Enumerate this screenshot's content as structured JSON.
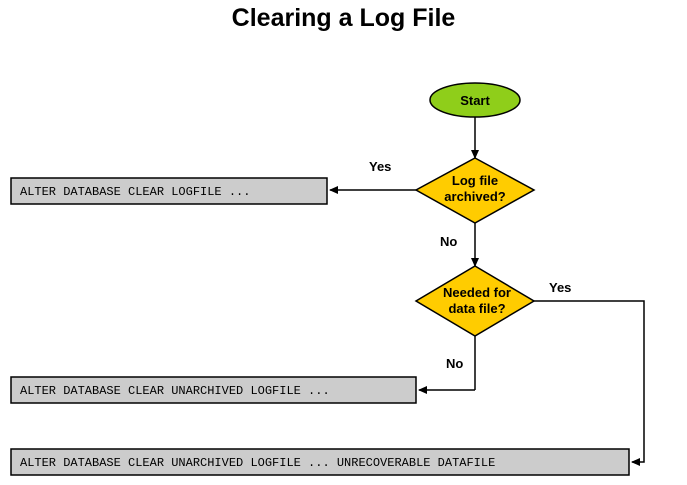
{
  "title": "Clearing a Log File",
  "nodes": {
    "start": {
      "label": "Start"
    },
    "decision_archived": {
      "lines": [
        "Log file",
        "archived?"
      ]
    },
    "decision_needed": {
      "lines": [
        "Needed for",
        "data file?"
      ]
    },
    "cmd_clear": {
      "label": "ALTER DATABASE CLEAR LOGFILE ..."
    },
    "cmd_clear_unarchived": {
      "label": "ALTER DATABASE CLEAR UNARCHIVED LOGFILE ..."
    },
    "cmd_clear_unrecoverable": {
      "label": "ALTER DATABASE CLEAR UNARCHIVED LOGFILE ... UNRECOVERABLE DATAFILE"
    }
  },
  "edges": {
    "archived_yes": "Yes",
    "archived_no": "No",
    "needed_yes": "Yes",
    "needed_no": "No"
  },
  "colors": {
    "start_fill": "#8fce1a",
    "decision_fill": "#ffcc00",
    "command_fill": "#cccccc",
    "stroke": "#000000"
  }
}
